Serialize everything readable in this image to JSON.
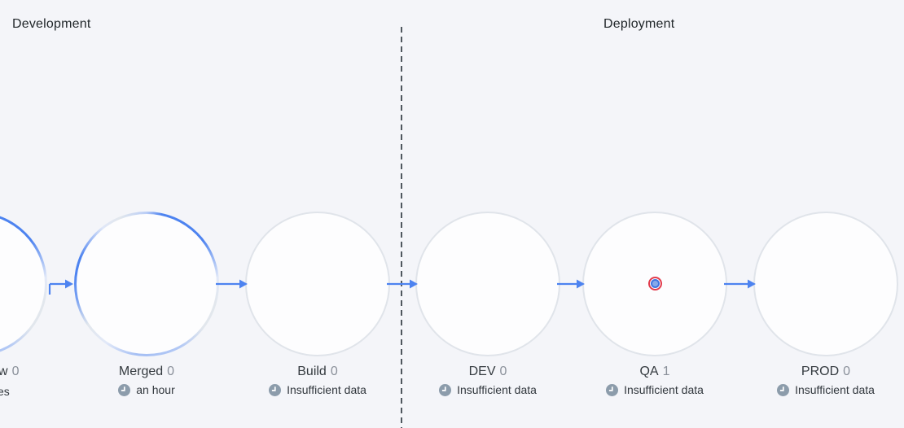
{
  "sections": [
    {
      "title": "Development"
    },
    {
      "title": "Deployment"
    }
  ],
  "stages": [
    {
      "name_fragment": "w",
      "count": "0",
      "sublabel_fragment": "es",
      "ring": "active",
      "partial": true,
      "marker_dot": false,
      "clock_icon": false
    },
    {
      "name": "Merged",
      "count": "0",
      "sublabel": "an hour",
      "ring": "active",
      "partial": false,
      "marker_dot": false,
      "clock_icon": true
    },
    {
      "name": "Build",
      "count": "0",
      "sublabel": "Insufficient data",
      "ring": "default",
      "partial": false,
      "marker_dot": false,
      "clock_icon": true
    },
    {
      "name": "DEV",
      "count": "0",
      "sublabel": "Insufficient data",
      "ring": "default",
      "partial": false,
      "marker_dot": false,
      "clock_icon": true
    },
    {
      "name": "QA",
      "count": "1",
      "sublabel": "Insufficient data",
      "ring": "default",
      "partial": false,
      "marker_dot": true,
      "clock_icon": true
    },
    {
      "name": "PROD",
      "count": "0",
      "sublabel": "Insufficient data",
      "ring": "default",
      "partial": false,
      "marker_dot": false,
      "clock_icon": true
    }
  ],
  "icons": {
    "clock": "clock-icon",
    "marker": "work-item-dot"
  },
  "colors": {
    "background": "#f4f5f9",
    "accent_blue": "#4d83f0",
    "circle_border": "#e0e4ea",
    "divider": "#4f575e",
    "stage_name": "#343a3f",
    "stage_count": "#8a909a",
    "sublabel": "#31373d",
    "clock_icon": "#8c9cab",
    "marker_ring_red": "#e23c4d",
    "marker_fill_blue": "#86a9ea"
  }
}
